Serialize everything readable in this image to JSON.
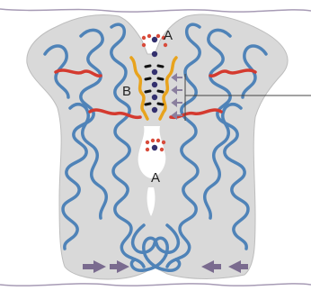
{
  "labels": {
    "top": "A",
    "middle": "B",
    "bottom": "A"
  },
  "colors": {
    "membrane_line": "#a79bb5",
    "protein_fill": "#d9d9d9",
    "protein_outline": "#bdbdbd",
    "helix": "#4f83b8",
    "loop_red": "#d43a2f",
    "selectivity_orange": "#e8a31d",
    "ion_dark": "#33306e",
    "oxygen_red": "#d84b3b",
    "arrow": "#7a6b8f",
    "pointer_line": "#444444"
  }
}
